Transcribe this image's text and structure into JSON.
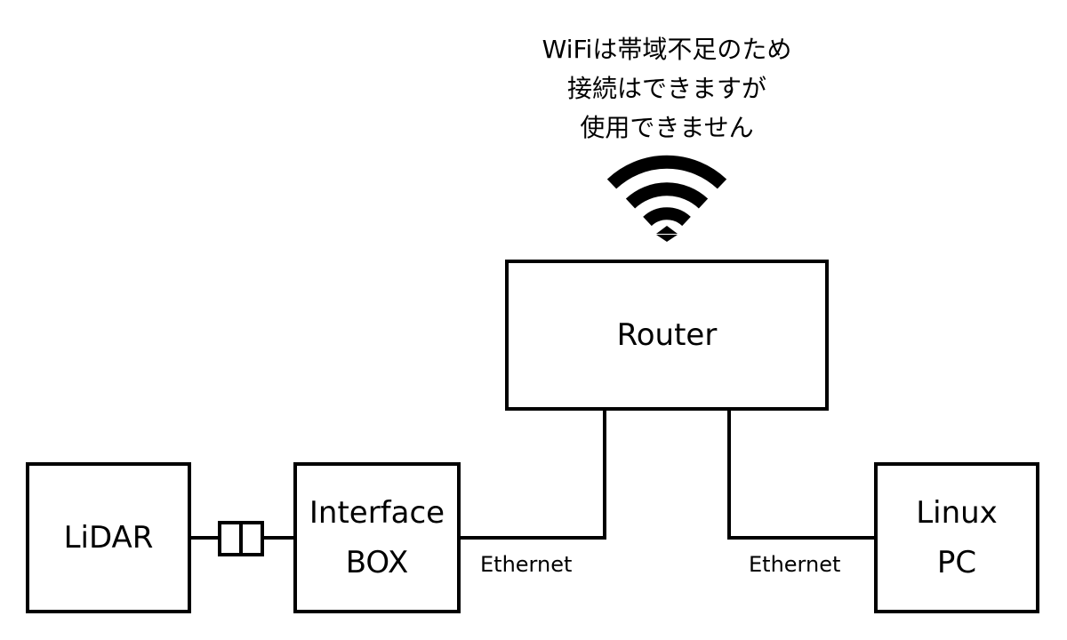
{
  "note": {
    "lines": [
      "WiFiは帯域不足のため",
      "接続はできますが",
      "使用できません"
    ]
  },
  "nodes": {
    "router": {
      "label": "Router"
    },
    "lidar": {
      "label": "LiDAR"
    },
    "interface_box": {
      "label": "Interface\nBOX"
    },
    "linux_pc": {
      "label": "Linux\nPC"
    }
  },
  "edges": {
    "interface_to_router": {
      "label": "Ethernet"
    },
    "router_to_linux": {
      "label": "Ethernet"
    }
  },
  "icons": {
    "wifi": "wifi-icon",
    "connector": "connector-icon"
  },
  "colors": {
    "stroke": "#000000",
    "background": "#ffffff"
  }
}
